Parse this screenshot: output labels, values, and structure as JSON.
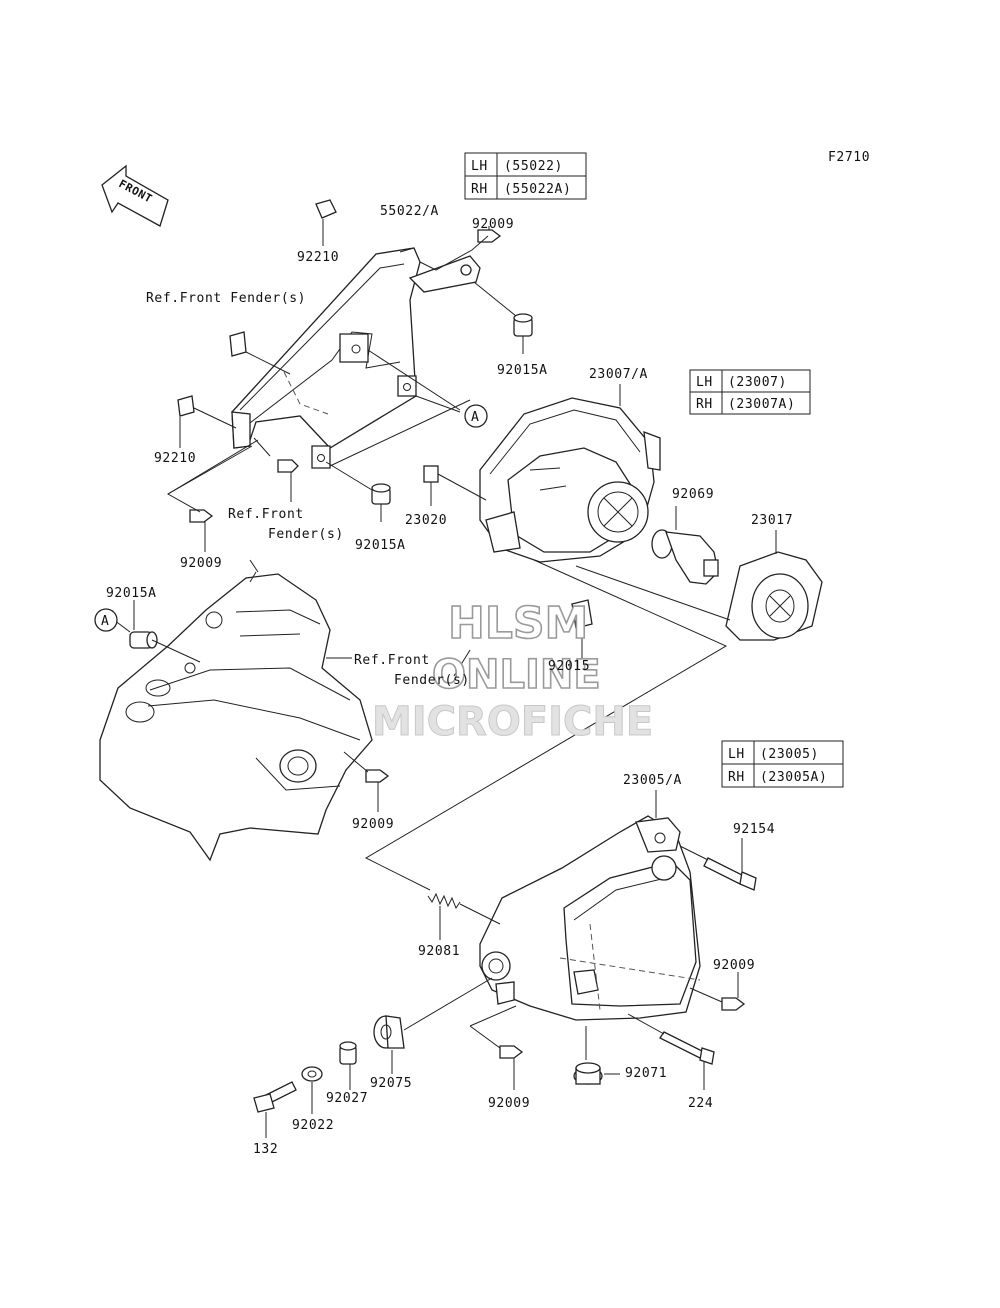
{
  "figure_code": "F2710",
  "front_arrow": "FRONT",
  "tables": {
    "reflector": {
      "rows": [
        {
          "side": "LH",
          "part": "(55022)"
        },
        {
          "side": "RH",
          "part": "(55022A)"
        }
      ]
    },
    "headlight": {
      "rows": [
        {
          "side": "LH",
          "part": "(23007)"
        },
        {
          "side": "RH",
          "part": "(23007A)"
        }
      ]
    },
    "housing": {
      "rows": [
        {
          "side": "LH",
          "part": "(23005)"
        },
        {
          "side": "RH",
          "part": "(23005A)"
        }
      ]
    }
  },
  "labels": {
    "bracket": "55022/A",
    "clip_top": "92210",
    "clip_left": "92210",
    "screw_top": "92009",
    "collar_top": "92015A",
    "ref_fender_1": "Ref.Front Fender(s)",
    "ref_fender_2a": "Ref.Front",
    "ref_fender_2b": "Fender(s)",
    "collar_mid": "92015A",
    "screw_left": "92009",
    "headlight": "23007/A",
    "clip_23020": "23020",
    "bulb": "92069",
    "cap": "23017",
    "collar_a": "92015A",
    "ref_fender_3a": "Ref.Front",
    "ref_fender_3b": "Fender(s)",
    "clip_92015": "92015",
    "screw_fender": "92009",
    "housing": "23005/A",
    "bolt_92154": "92154",
    "spring": "92081",
    "screw_right": "92009",
    "grommet_92075": "92075",
    "collar_92027": "92027",
    "washer": "92022",
    "bolt_132": "132",
    "screw_bottom": "92009",
    "grommet_92071": "92071",
    "bolt_224": "224",
    "ref_a_1": "A",
    "ref_a_2": "A"
  },
  "watermark": {
    "line1": "HLSM",
    "line2": "ONLINE",
    "line3": "MICROFICHE"
  }
}
